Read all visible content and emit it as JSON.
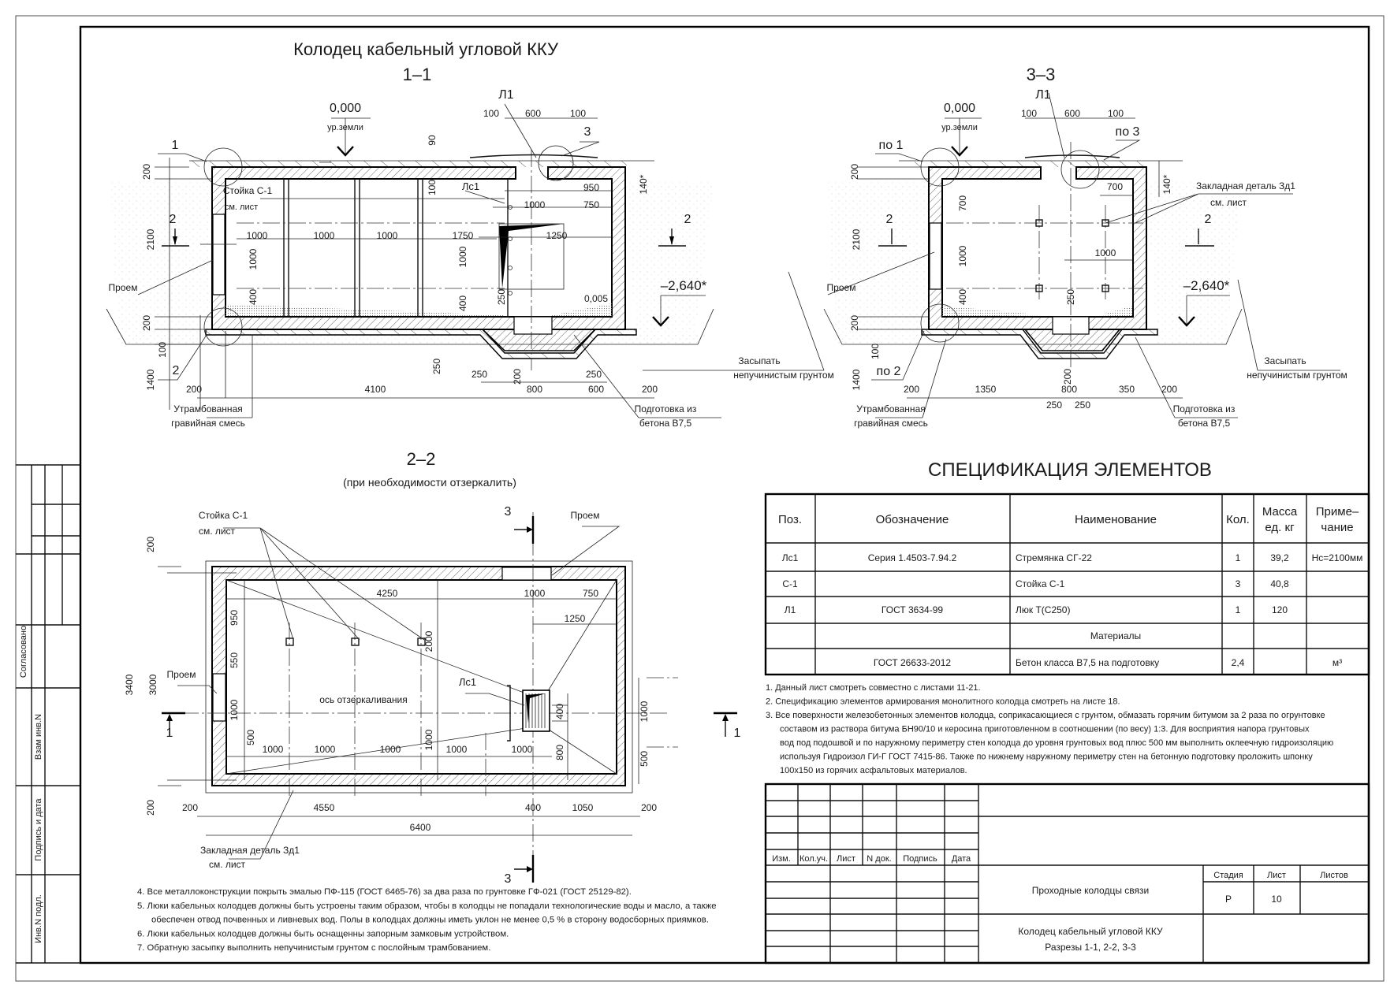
{
  "sheet": {
    "main_title": "Колодец кабельный угловой ККУ",
    "left_strip": [
      "Согласовано",
      "Взам инв.N",
      "Подпись и дата",
      "Инв.N подл."
    ]
  },
  "s11": {
    "labels": [
      "1–1",
      "0,000",
      "ур.земли",
      "1",
      "2",
      "200",
      "2100",
      "200",
      "100",
      "1400",
      "90",
      "100",
      "Стойка С-1",
      "см. лист",
      "2",
      "2",
      "1000",
      "1000",
      "1000",
      "1750",
      "1000",
      "400",
      "Проем",
      "Лс1",
      "1000",
      "950",
      "750",
      "1250",
      "1000",
      "400",
      "250",
      "0,005",
      "Л1",
      "100",
      "600",
      "100",
      "3",
      "140*",
      "–2,640*",
      "Засыпать",
      "непучинистым грунтом",
      "Подготовка из",
      "бетона В7,5",
      "Утрамбованная",
      "гравийная смесь",
      "200",
      "4100",
      "250",
      "250",
      "800",
      "250",
      "600",
      "200",
      "200"
    ]
  },
  "s33": {
    "labels": [
      "3–3",
      "Л1",
      "100",
      "600",
      "100",
      "0,000",
      "ур.земли",
      "по 1",
      "по 3",
      "200",
      "2100",
      "200",
      "100",
      "1400",
      "700",
      "1000",
      "400",
      "250",
      "700",
      "1000",
      "140*",
      "Закладная деталь Зд1",
      "см. лист",
      "2",
      "2",
      "Проем",
      "–2,640*",
      "Засыпать",
      "непучинистым грунтом",
      "по 2",
      "200",
      "1350",
      "800",
      "350",
      "200",
      "250",
      "250",
      "Утрамбованная",
      "гравийная смесь",
      "Подготовка из",
      "бетона В7,5",
      "200"
    ]
  },
  "s22": {
    "labels": [
      "2–2",
      "(при необходимости отзеркалить)",
      "Стойка С-1",
      "см. лист",
      "3",
      "3",
      "Проем",
      "Проем",
      "200",
      "3400",
      "3000",
      "200",
      "4250",
      "1000",
      "750",
      "1250",
      "950",
      "550",
      "1000",
      "500",
      "2000",
      "1000",
      "400",
      "800",
      "1000",
      "500",
      "ось отзеркаливания",
      "Лс1",
      "1",
      "1",
      "1000",
      "1000",
      "1000",
      "1000",
      "1000",
      "200",
      "4550",
      "400",
      "1050",
      "200",
      "6400",
      "Закладная деталь Зд1",
      "см. лист"
    ]
  },
  "spec": {
    "title": "СПЕЦИФИКАЦИЯ ЭЛЕМЕНТОВ",
    "headers": [
      [
        "Поз."
      ],
      [
        "Обозначение"
      ],
      [
        "Наименование"
      ],
      [
        "Кол."
      ],
      [
        "Масса",
        "ед. кг"
      ],
      [
        "Приме–",
        "чание"
      ]
    ],
    "rows": [
      [
        "Лс1",
        "Серия 1.4503-7.94.2",
        "Стремянка СГ-22",
        "1",
        "39,2",
        "Нс=2100мм"
      ],
      [
        "С-1",
        "",
        "Стойка С-1",
        "3",
        "40,8",
        ""
      ],
      [
        "Л1",
        "ГОСТ 3634-99",
        "Люк Т(С250)",
        "1",
        "120",
        ""
      ],
      [
        "",
        "",
        "Материалы",
        "",
        "",
        ""
      ],
      [
        "",
        "ГОСТ 26633-2012",
        "Бетон класса В7,5 на подготовку",
        "2,4",
        "",
        "м³"
      ]
    ]
  },
  "notes_top": [
    [
      "1. Данный лист смотреть совместно с листами 11-21."
    ],
    [
      "2. Спецификацию элементов армирования монолитного колодца смотреть на листе 18."
    ],
    [
      "3. Все поверхности железобетонных элементов колодца, соприкасающиеся с грунтом, обмазать горячим битумом за 2 раза по огрунтовке",
      "составом из раствора битума БН90/10 и керосина приготовленном в соотношении (по весу) 1:3. Для восприятия напора грунтовых",
      "вод под подошвой и по наружному периметру стен колодца до уровня грунтовых вод плюс 500 мм выполнить оклеечную гидроизоляцию",
      "используя Гидроизол ГИ-Г ГОСТ 7415-86. Также по нижнему наружному периметру стен на бетонную подготовку проложить шпонку",
      "100х150 из горячих асфальтовых материалов."
    ]
  ],
  "notes_bottom": [
    [
      "4. Все металлоконструкции покрыть эмалью ПФ-115 (ГОСТ 6465-76) за два раза по грунтовке ГФ-021 (ГОСТ 25129-82)."
    ],
    [
      "5. Люки кабельных колодцев должны быть устроены таким образом, чтобы в колодцы не попадали технологические воды и масло, а также",
      "обеспечен отвод почвенных и ливневых вод. Полы в колодцах должны иметь уклон не менее 0,5 % в сторону водосборных приямков."
    ],
    [
      "6. Люки кабельных колодцев должны быть оснащенны запорным замковым устройством."
    ],
    [
      "7. Обратную засыпку выполнить непучинистым грунтом с послойным трамбованием."
    ]
  ],
  "title_block": {
    "headers": [
      "Изм.",
      "Кол.уч.",
      "Лист",
      "N док.",
      "Подпись",
      "Дата"
    ],
    "project": "Проходные колодцы связи",
    "stage_headers": [
      "Стадия",
      "Лист",
      "Листов"
    ],
    "stage_values": [
      "Р",
      "10",
      ""
    ],
    "drawing_title": [
      "Колодец кабельный угловой ККУ",
      "Разрезы 1-1, 2-2, 3-3"
    ]
  }
}
